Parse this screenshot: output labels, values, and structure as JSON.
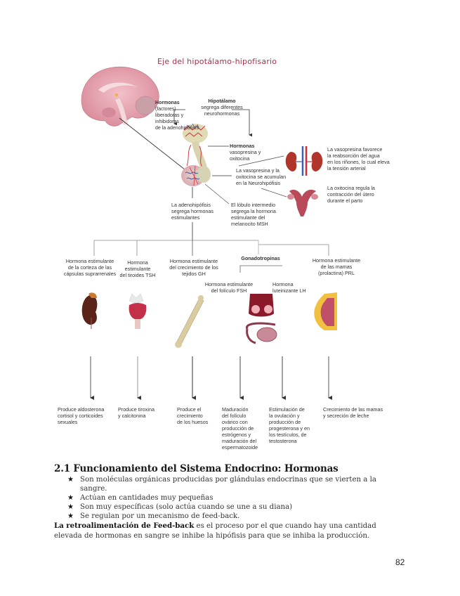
{
  "diagram": {
    "title": "Eje del hipotálamo-hipofisario",
    "labels": {
      "hormonas_factores": [
        "Hormonas",
        "(factores)",
        "liberadoras y",
        "inhibidoras",
        "de la adenohipófisis"
      ],
      "hipotalamo": [
        "Hipotálamo",
        "segrega diferentes",
        "neurohormonas"
      ],
      "hormonas_vasopresina": [
        "Hormonas",
        "vasopresina y",
        "oxitocina"
      ],
      "acumulan_neurohipofisis": [
        "La vasopresina y la",
        "oxitocina se acumulan",
        "en la Neurohipófisis"
      ],
      "vasopresina_favorece": [
        "La vasopresina favorece",
        "la reabsorción del agua",
        "en los riñones, lo cual eleva",
        "la tensión arterial"
      ],
      "oxitocina_regula": [
        "La oxitocina regula la",
        "contracción del útero",
        "durante el parto"
      ],
      "adenohipofisis_segrega": [
        "La adenohipófisis",
        "segrega hormonas",
        "estimulantes"
      ],
      "lobulo_intermedio": [
        "El lóbulo intermedio",
        "segrega la hormona",
        "estimulante del",
        "melanocito MSH"
      ],
      "gonadotropinas": "Gonadotropinas"
    },
    "hormones": [
      {
        "name": [
          "Hormona estimulante",
          "de la corteza de las",
          "cápsulas suprarrenales"
        ],
        "organ": "kidney-adrenal",
        "effect": [
          "Produce aldosterona",
          "cortisol y corticoides",
          "sexuales"
        ]
      },
      {
        "name": [
          "Hormona",
          "estimulante",
          "del tiroides TSH"
        ],
        "organ": "thyroid",
        "effect": [
          "Produce tiroxina",
          "y calcitonina"
        ]
      },
      {
        "name": [
          "Hormona estimulante",
          "del crecimiento de los",
          "tejidos GH"
        ],
        "organ": "bone",
        "effect": [
          "Produce el",
          "crecimiento",
          "de los huesos"
        ]
      },
      {
        "name": [
          "Hormona estimulante",
          "del folículo FSH"
        ],
        "organ": "testes-ovary",
        "effect": [
          "Maduración",
          "del folículo",
          "ovárico con",
          "producción de",
          "estrógenos y",
          "maduración del",
          "espermatozoide"
        ]
      },
      {
        "name": [
          "Hormona",
          "luteinizante LH"
        ],
        "organ": "ovary",
        "effect": [
          "Estimulación de",
          "la ovulación y",
          "producción de",
          "progesterona y en",
          "los testículos, de",
          "testosterona"
        ]
      },
      {
        "name": [
          "Hormona estimulante",
          "de las mamas",
          "(prolactina) PRL"
        ],
        "organ": "breast",
        "effect": [
          "Crecimiento de las mamas",
          "y secreción de leche"
        ]
      }
    ]
  },
  "section": {
    "title": "2.1 Funcionamiento del Sistema Endocrino: Hormonas",
    "bullet_icon": "★",
    "bullets": [
      "Son moléculas orgánicas producidas por glándulas endocrinas que se vierten a la sangre.",
      "Actúan en cantidades muy pequeñas",
      "Son muy específicas (solo actúa cuando se une a su diana)",
      "Se regulan por un mecanismo de feed-back."
    ],
    "paragraph_bold": "La retroalimentación de Feed-back",
    "paragraph_rest": " es el proceso por el que cuando hay una cantidad elevada de hormonas en sangre se inhibe la hipófisis para que se inhiba la producción."
  },
  "page_number": "82",
  "colors": {
    "title": "#a8324a",
    "brain": "#e8a3b0",
    "blood_red": "#d42a3a",
    "vein_blue": "#3a5fb0"
  }
}
